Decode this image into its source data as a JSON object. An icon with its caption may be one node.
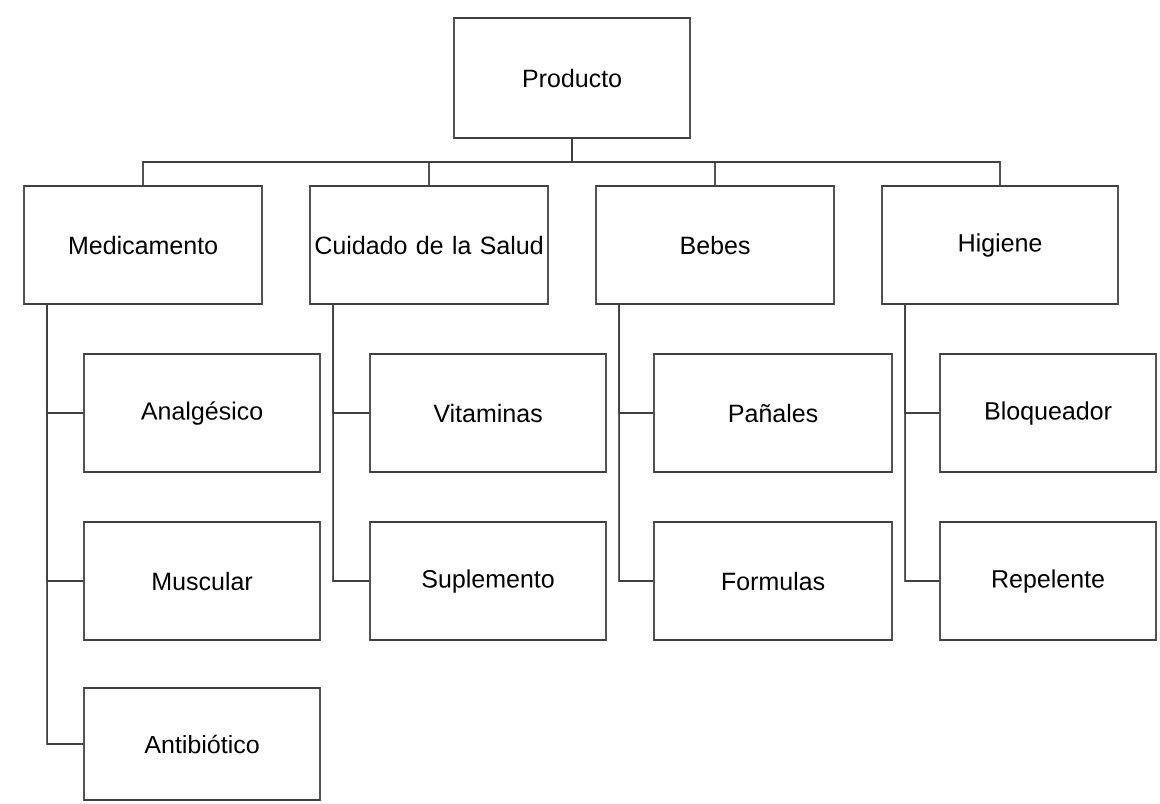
{
  "diagram": {
    "nodes": [
      {
        "text": [
          "Producto"
        ]
      },
      {
        "text": [
          "Medicamento"
        ]
      },
      {
        "text": [
          "Cuidado de la Salud"
        ]
      },
      {
        "text": [
          "Bebes"
        ]
      },
      {
        "text": [
          "Higiene"
        ]
      },
      {
        "text": [
          "Analgésico"
        ]
      },
      {
        "text": [
          "Muscular"
        ]
      },
      {
        "text": [
          "Antibiótico"
        ]
      },
      {
        "text": [
          "Vitaminas"
        ]
      },
      {
        "text": [
          "Suplemento"
        ]
      },
      {
        "text": [
          "Pañales"
        ]
      },
      {
        "text": [
          "Formulas"
        ]
      },
      {
        "text": [
          "Bloqueador"
        ]
      },
      {
        "text": [
          "Repelente"
        ]
      }
    ],
    "edges": [
      {
        "from": 0,
        "to": 1,
        "arrow": "none"
      },
      {
        "from": 0,
        "to": 2,
        "arrow": "none"
      },
      {
        "from": 0,
        "to": 3,
        "arrow": "none"
      },
      {
        "from": 0,
        "to": 4,
        "arrow": "none"
      },
      {
        "from": 1,
        "to": 5,
        "arrow": "none"
      },
      {
        "from": 1,
        "to": 6,
        "arrow": "none"
      },
      {
        "from": 1,
        "to": 7,
        "arrow": "none"
      },
      {
        "from": 2,
        "to": 8,
        "arrow": "none"
      },
      {
        "from": 2,
        "to": 9,
        "arrow": "none"
      },
      {
        "from": 3,
        "to": 10,
        "arrow": "none"
      },
      {
        "from": 3,
        "to": 11,
        "arrow": "none"
      },
      {
        "from": 4,
        "to": 12,
        "arrow": "none"
      },
      {
        "from": 4,
        "to": 13,
        "arrow": "none"
      }
    ]
  }
}
